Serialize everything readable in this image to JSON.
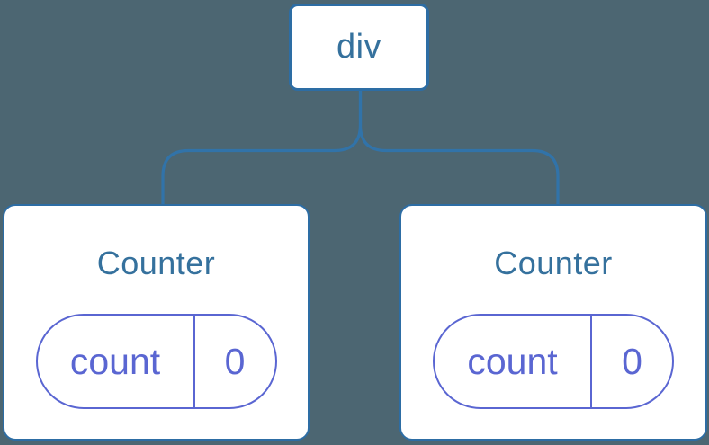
{
  "diagram": {
    "description": "React component tree: a div root with two Counter children, each holding a count state of 0",
    "colors": {
      "background": "#4c6672",
      "edge_blue": "#3173a9",
      "node_border_blue": "#2d6da4",
      "node_text_blue": "#35719d",
      "state_purple": "#5a66d2",
      "node_fill": "#ffffff"
    },
    "root": {
      "label": "div"
    },
    "children": [
      {
        "title": "Counter",
        "state": {
          "name": "count",
          "value": "0"
        }
      },
      {
        "title": "Counter",
        "state": {
          "name": "count",
          "value": "0"
        }
      }
    ]
  }
}
